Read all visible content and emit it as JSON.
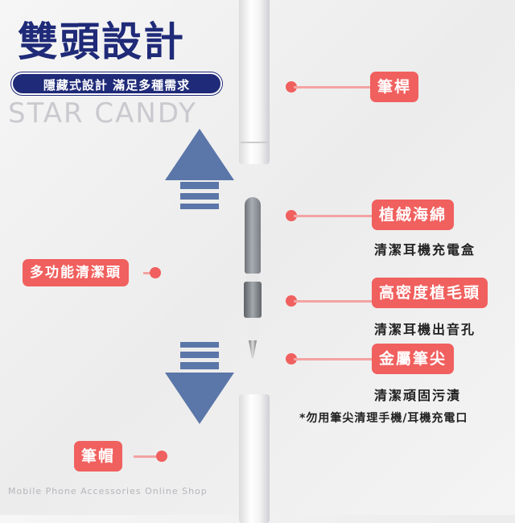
{
  "title": "雙頭設計",
  "subtitle": "隱藏式設計 滿足多種需求",
  "labels": {
    "pen_body": "筆桿",
    "sponge": "植絨海綿",
    "sponge_desc": "清潔耳機充電盒",
    "brush": "高密度植毛頭",
    "brush_desc": "清潔耳機出音孔",
    "tip": "金屬筆尖",
    "tip_desc": "清潔頑固污漬",
    "note": "*勿用筆尖清理手機/耳機充電口",
    "head": "多功能清潔頭",
    "cap": "筆帽"
  },
  "watermark": {
    "brand": "STAR CANDY",
    "tagline": "Mobile Phone Accessories Online Shop"
  },
  "colors": {
    "navy": "#1f2a78",
    "coral": "#f0605e",
    "arrow": "#5b76a8"
  }
}
